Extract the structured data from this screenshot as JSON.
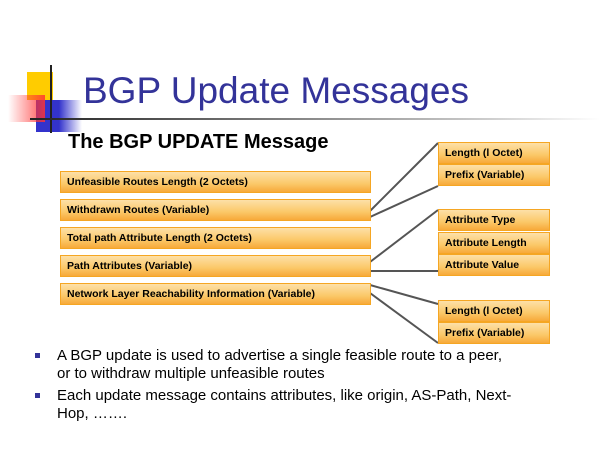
{
  "slide": {
    "title": "BGP Update Messages",
    "subtitle": "The BGP UPDATE Message",
    "fields": [
      "Unfeasible Routes Length (2 Octets)",
      "Withdrawn Routes (Variable)",
      "Total path Attribute Length (2 Octets)",
      "Path Attributes (Variable)",
      "Network Layer Reachability Information (Variable)"
    ],
    "withdrawn_detail": [
      "Length (l Octet)",
      "Prefix (Variable)"
    ],
    "attribute_detail": [
      "Attribute Type",
      "Attribute Length",
      "Attribute Value"
    ],
    "nlri_detail": [
      "Length (l Octet)",
      "Prefix (Variable)"
    ],
    "bullets": [
      "A BGP update is used to advertise a single feasible route to a peer, or to withdraw multiple unfeasible routes",
      "Each update message contains attributes, like origin, AS-Path, Next-Hop, ……."
    ]
  },
  "colors": {
    "title": "#333399",
    "box": "#fbc868",
    "border": "#f5a623"
  }
}
